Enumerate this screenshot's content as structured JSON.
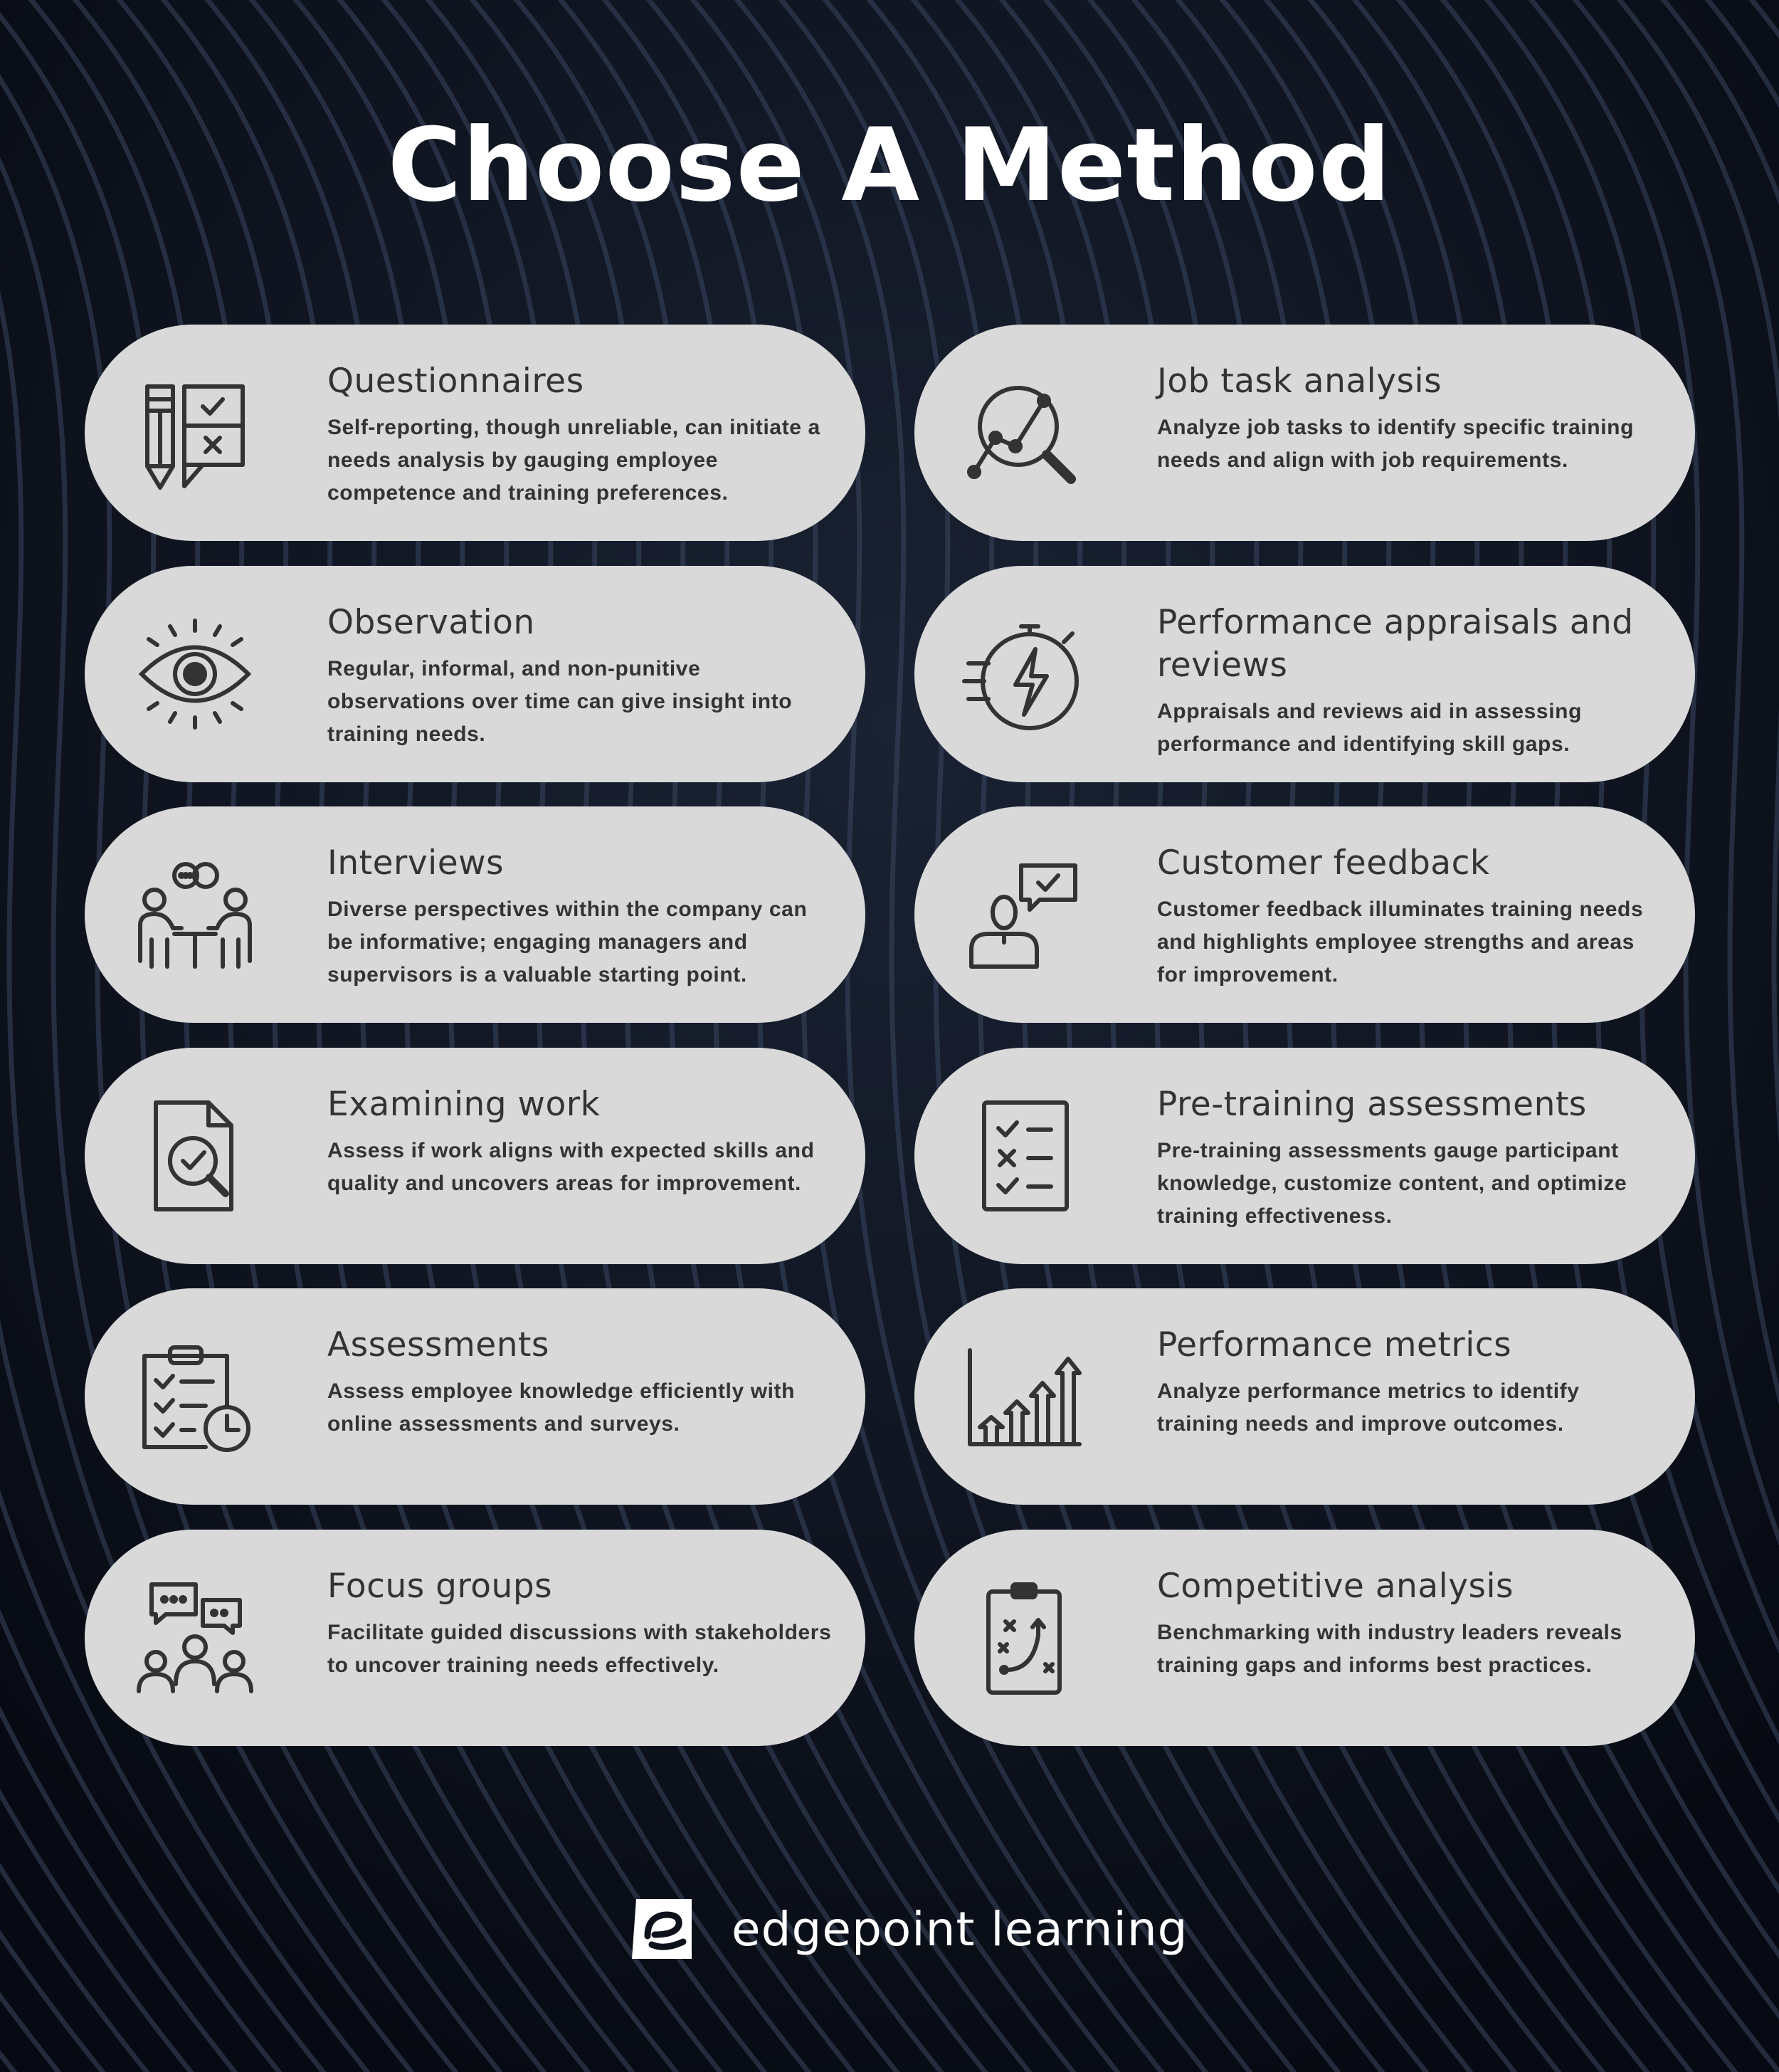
{
  "title": "Choose A Method",
  "cards": [
    {
      "name": "Questionnaires",
      "desc": "Self-reporting, though unreliable, can initiate a needs analysis by gauging employee competence and training preferences.",
      "icon": "pencil-checklist-icon"
    },
    {
      "name": "Job task analysis",
      "desc": "Analyze job tasks to identify specific training needs and align with job requirements.",
      "icon": "magnifier-analytics-icon"
    },
    {
      "name": "Observation",
      "desc": "Regular, informal, and non-punitive observations over time can give insight into training needs.",
      "icon": "eye-icon"
    },
    {
      "name": "Performance appraisals and reviews",
      "desc": "Appraisals and reviews aid in assessing performance and identifying skill gaps.",
      "icon": "stopwatch-lightning-icon"
    },
    {
      "name": "Interviews",
      "desc": "Diverse perspectives within the company can be informative; engaging managers and supervisors is a valuable starting point.",
      "icon": "meeting-table-icon"
    },
    {
      "name": "Customer feedback",
      "desc": "Customer feedback illuminates training needs and highlights employee strengths and areas for improvement.",
      "icon": "person-feedback-icon"
    },
    {
      "name": "Examining work",
      "desc": "Assess if work aligns with expected skills and quality and uncovers areas for improvement.",
      "icon": "document-magnifier-icon"
    },
    {
      "name": "Pre-training assessments",
      "desc": "Pre-training assessments gauge participant knowledge, customize content, and optimize training effectiveness.",
      "icon": "checklist-icon"
    },
    {
      "name": "Assessments",
      "desc": "Assess employee knowledge efficiently with online assessments and surveys.",
      "icon": "clipboard-clock-icon"
    },
    {
      "name": "Performance metrics",
      "desc": "Analyze performance metrics to identify training needs and improve outcomes.",
      "icon": "bar-chart-arrows-icon"
    },
    {
      "name": "Focus groups",
      "desc": "Facilitate guided discussions with stakeholders to uncover training needs effectively.",
      "icon": "group-chat-icon"
    },
    {
      "name": "Competitive analysis",
      "desc": "Benchmarking with industry leaders reveals training gaps and informs best practices.",
      "icon": "strategy-board-icon"
    }
  ],
  "footer": {
    "brand": "edgepoint learning",
    "logo": "edgepoint-logo-icon"
  },
  "colors": {
    "background": "#0d111c",
    "card": "#d9d9d9",
    "text": "#333333",
    "title": "#ffffff"
  }
}
